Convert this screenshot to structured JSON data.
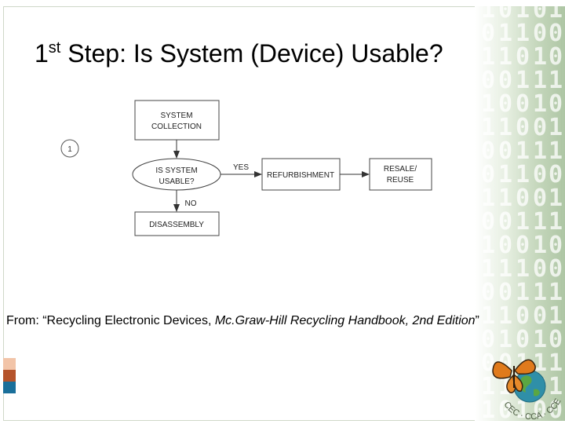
{
  "slide": {
    "title_prefix": "1",
    "title_superscript": "st",
    "title_rest": " Step:  Is System (Device) Usable?"
  },
  "diagram": {
    "step_marker": "1",
    "nodes": {
      "system_collection": {
        "line1": "SYSTEM",
        "line2": "COLLECTION"
      },
      "is_usable": {
        "line1": "IS SYSTEM",
        "line2": "USABLE?"
      },
      "refurbishment": {
        "label": "REFURBISHMENT"
      },
      "resale_reuse": {
        "line1": "RESALE/",
        "line2": "REUSE"
      },
      "disassembly": {
        "label": "DISASSEMBLY"
      }
    },
    "edges": {
      "yes_label": "YES",
      "no_label": "NO"
    }
  },
  "caption": {
    "lead": "From:  “Recycling Electronic Devices, ",
    "italic": "Mc.Graw-Hill Recycling Handbook, 2nd Edition",
    "tail": "”"
  },
  "logo": {
    "text": "CEC · CCA · CCE"
  },
  "colors": {
    "accent_peach": "#f2c4a8",
    "accent_rust": "#b5532b",
    "accent_blue": "#1a6f9a",
    "panel_green": "#b6cca8"
  }
}
